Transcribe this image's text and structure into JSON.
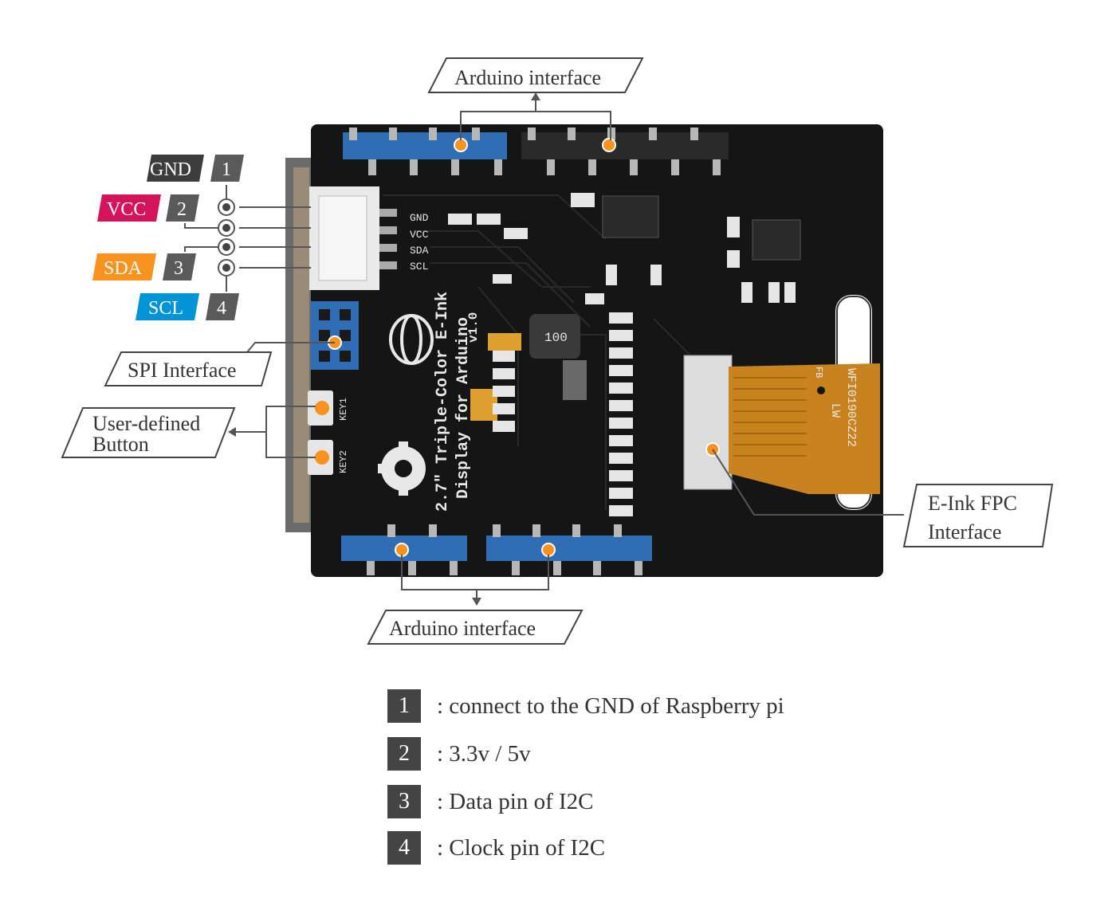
{
  "callouts": {
    "arduino_top": "Arduino interface",
    "arduino_bottom": "Arduino interface",
    "spi": "SPI Interface",
    "button_line1": "User-defined",
    "button_line2": "Button",
    "fpc_line1": "E-Ink FPC",
    "fpc_line2": "Interface"
  },
  "pins": [
    {
      "name": "GND",
      "num": "1",
      "color": "#3d3d3d"
    },
    {
      "name": "VCC",
      "num": "2",
      "color": "#d4145a"
    },
    {
      "name": "SDA",
      "num": "3",
      "color": "#f7931e"
    },
    {
      "name": "SCL",
      "num": "4",
      "color": "#0093d5"
    }
  ],
  "pcb": {
    "silk_title_1": "2.7\" Triple-Color E-Ink",
    "silk_title_2": "Display for Arduino",
    "silk_version": "v1.0",
    "silk_gnd": "GND",
    "silk_vcc": "VCC",
    "silk_sda": "SDA",
    "silk_scl": "SCL",
    "silk_key1": "KEY1",
    "silk_key2": "KEY2",
    "inductor": "100",
    "fpc_label_1": "WFI0190CZ22",
    "fpc_label_2": "LW",
    "fpc_fb": "FB"
  },
  "legend": [
    {
      "num": "1",
      "desc": ": connect to the GND of Raspberry pi"
    },
    {
      "num": "2",
      "desc": ": 3.3v / 5v"
    },
    {
      "num": "3",
      "desc": ": Data pin of I2C"
    },
    {
      "num": "4",
      "desc": ": Clock pin of I2C"
    }
  ],
  "colors": {
    "board": "#151515",
    "accent_dot": "#f7931e",
    "header_blue": "#2f6db5",
    "fpc": "#c8821e"
  }
}
